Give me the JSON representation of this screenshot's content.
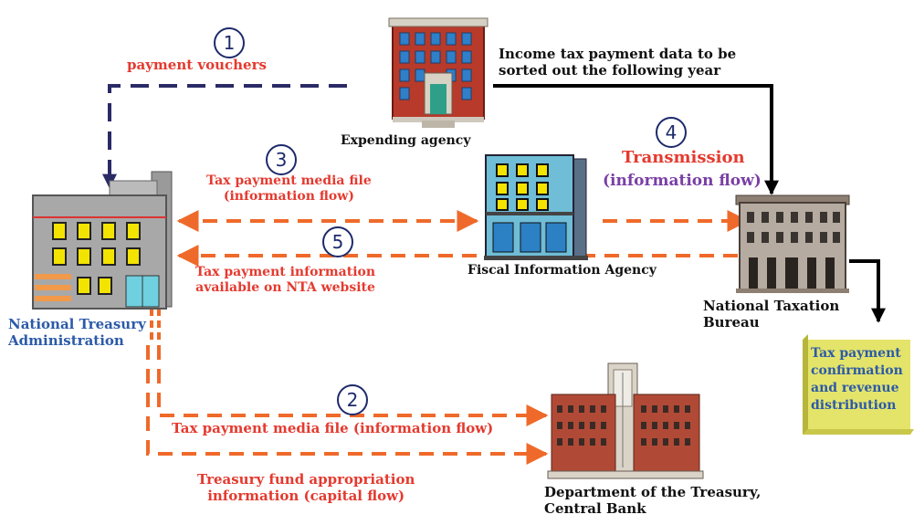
{
  "entities": {
    "expending_agency": "Expending agency",
    "national_treasury": [
      "National Treasury",
      "Administration"
    ],
    "fiscal_information_agency": "Fiscal Information Agency",
    "national_taxation_bureau": [
      "National Taxation",
      "Bureau"
    ],
    "central_bank": [
      "Department of the Treasury,",
      "Central Bank"
    ]
  },
  "steps": {
    "s1": {
      "number": "1",
      "label": "payment vouchers"
    },
    "s2": {
      "number": "2",
      "label": "Tax payment media file (information flow)"
    },
    "s3": {
      "number": "3",
      "label": [
        "Tax payment media file",
        "(information flow)"
      ]
    },
    "s4": {
      "number": "4",
      "label": "Transmission",
      "sublabel": "(information flow)"
    },
    "s5": {
      "number": "5",
      "label": [
        "Tax payment information",
        "available on NTA website"
      ]
    }
  },
  "annotations": {
    "income_tax_note": [
      "Income tax payment data to be",
      "sorted out the following year"
    ],
    "fund_appropriation": [
      "Treasury fund appropriation",
      "information (capital flow)"
    ],
    "tax_confirmation": [
      "Tax payment",
      "confirmation",
      "and revenue",
      "distribution"
    ]
  },
  "colors": {
    "orange_flow": "#ef6a2a",
    "navy_flow": "#2a2a66",
    "red_text": "#e43a2f",
    "blue_text": "#2c5aa8",
    "purple_text": "#7a3fa6",
    "note_fill": "#e4e46a"
  }
}
